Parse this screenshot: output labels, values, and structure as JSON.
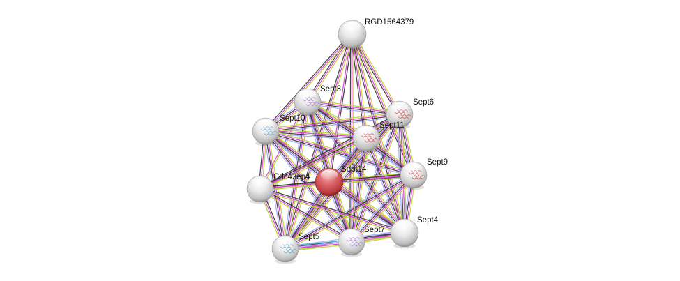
{
  "title": "Protein interaction network",
  "edge_colors": {
    "experiments": "#d43fd4",
    "database": "#3fb6c8",
    "textmining": "#b8d430",
    "coexpression": "#333333",
    "homology": "#9a9aff",
    "neighborhood": "#2ca02c"
  },
  "nodes": [
    {
      "id": "RGD1564379",
      "label": "RGD1564379",
      "color": "#e8e8e8",
      "structure": false,
      "query": false
    },
    {
      "id": "Sept3",
      "label": "Sept3",
      "color": "#e8e8e8",
      "structure": true,
      "structure_color": "#a070c8",
      "query": false
    },
    {
      "id": "Sept6",
      "label": "Sept6",
      "color": "#e8e8e8",
      "structure": true,
      "structure_color": "#d04040",
      "query": false
    },
    {
      "id": "Sept10",
      "label": "Sept10",
      "color": "#e8e8e8",
      "structure": true,
      "structure_color": "#5aa0d0",
      "query": false
    },
    {
      "id": "Sept11",
      "label": "Sept11",
      "color": "#e8e8e8",
      "structure": true,
      "structure_color": "#d04040",
      "query": false
    },
    {
      "id": "Sept14",
      "label": "Sept14",
      "color": "#d9575b",
      "structure": false,
      "query": true
    },
    {
      "id": "Cdc42ep4",
      "label": "Cdc42ep4",
      "color": "#e8e8e8",
      "structure": false,
      "query": false
    },
    {
      "id": "Sept9",
      "label": "Sept9",
      "color": "#e8e8e8",
      "structure": true,
      "structure_color": "#d04040",
      "query": false
    },
    {
      "id": "Sept4",
      "label": "Sept4",
      "color": "#e8e8e8",
      "structure": false,
      "query": false
    },
    {
      "id": "Sept5",
      "label": "Sept5",
      "color": "#e8e8e8",
      "structure": true,
      "structure_color": "#4a90c0",
      "query": false
    },
    {
      "id": "Sept7",
      "label": "Sept7",
      "color": "#e8e8e8",
      "structure": true,
      "structure_color": "#a070c8",
      "query": false
    }
  ],
  "edges": [
    {
      "source": "RGD1564379",
      "target": "Sept3",
      "types": [
        "textmining",
        "experiments",
        "coexpression"
      ]
    },
    {
      "source": "RGD1564379",
      "target": "Sept10",
      "types": [
        "textmining",
        "experiments",
        "coexpression"
      ]
    },
    {
      "source": "RGD1564379",
      "target": "Sept14",
      "types": [
        "coexpression",
        "experiments"
      ]
    },
    {
      "source": "RGD1564379",
      "target": "Sept11",
      "types": [
        "textmining",
        "experiments",
        "coexpression"
      ]
    },
    {
      "source": "RGD1564379",
      "target": "Sept6",
      "types": [
        "textmining",
        "experiments",
        "coexpression"
      ]
    },
    {
      "source": "RGD1564379",
      "target": "Sept9",
      "types": [
        "textmining",
        "experiments",
        "coexpression"
      ]
    },
    {
      "source": "RGD1564379",
      "target": "Sept4",
      "types": [
        "textmining",
        "experiments",
        "coexpression"
      ]
    },
    {
      "source": "RGD1564379",
      "target": "Sept7",
      "types": [
        "textmining",
        "experiments",
        "coexpression"
      ]
    },
    {
      "source": "RGD1564379",
      "target": "Sept5",
      "types": [
        "textmining",
        "experiments",
        "coexpression"
      ]
    },
    {
      "source": "Sept3",
      "target": "Sept10",
      "types": [
        "textmining",
        "experiments",
        "coexpression",
        "homology"
      ]
    },
    {
      "source": "Sept3",
      "target": "Sept6",
      "types": [
        "textmining",
        "experiments",
        "coexpression",
        "homology"
      ]
    },
    {
      "source": "Sept3",
      "target": "Sept11",
      "types": [
        "textmining",
        "experiments",
        "coexpression",
        "homology"
      ]
    },
    {
      "source": "Sept3",
      "target": "Sept14",
      "types": [
        "textmining",
        "experiments",
        "coexpression",
        "homology"
      ]
    },
    {
      "source": "Sept3",
      "target": "Sept9",
      "types": [
        "textmining",
        "experiments",
        "coexpression",
        "homology"
      ]
    },
    {
      "source": "Sept3",
      "target": "Sept4",
      "types": [
        "textmining",
        "experiments",
        "coexpression",
        "homology"
      ]
    },
    {
      "source": "Sept3",
      "target": "Sept7",
      "types": [
        "textmining",
        "experiments",
        "coexpression",
        "homology"
      ]
    },
    {
      "source": "Sept3",
      "target": "Sept5",
      "types": [
        "textmining",
        "experiments",
        "coexpression",
        "homology"
      ]
    },
    {
      "source": "Sept3",
      "target": "Cdc42ep4",
      "types": [
        "textmining",
        "experiments"
      ]
    },
    {
      "source": "Sept10",
      "target": "Sept6",
      "types": [
        "textmining",
        "experiments",
        "coexpression",
        "homology"
      ]
    },
    {
      "source": "Sept10",
      "target": "Sept11",
      "types": [
        "textmining",
        "experiments",
        "coexpression",
        "homology"
      ]
    },
    {
      "source": "Sept10",
      "target": "Sept14",
      "types": [
        "textmining",
        "experiments",
        "coexpression",
        "homology"
      ]
    },
    {
      "source": "Sept10",
      "target": "Sept9",
      "types": [
        "textmining",
        "experiments",
        "coexpression",
        "homology"
      ]
    },
    {
      "source": "Sept10",
      "target": "Sept4",
      "types": [
        "textmining",
        "experiments",
        "coexpression",
        "homology"
      ]
    },
    {
      "source": "Sept10",
      "target": "Sept7",
      "types": [
        "textmining",
        "experiments",
        "coexpression",
        "homology"
      ]
    },
    {
      "source": "Sept10",
      "target": "Sept5",
      "types": [
        "textmining",
        "experiments",
        "coexpression",
        "homology"
      ]
    },
    {
      "source": "Sept10",
      "target": "Cdc42ep4",
      "types": [
        "textmining",
        "experiments",
        "coexpression"
      ]
    },
    {
      "source": "Sept6",
      "target": "Sept11",
      "types": [
        "textmining",
        "experiments",
        "coexpression",
        "homology"
      ]
    },
    {
      "source": "Sept6",
      "target": "Sept14",
      "types": [
        "textmining",
        "experiments",
        "coexpression",
        "homology"
      ]
    },
    {
      "source": "Sept6",
      "target": "Sept9",
      "types": [
        "textmining",
        "experiments",
        "coexpression",
        "homology"
      ]
    },
    {
      "source": "Sept6",
      "target": "Sept4",
      "types": [
        "textmining",
        "experiments",
        "coexpression",
        "homology"
      ]
    },
    {
      "source": "Sept6",
      "target": "Sept7",
      "types": [
        "textmining",
        "experiments",
        "coexpression",
        "homology"
      ]
    },
    {
      "source": "Sept6",
      "target": "Sept5",
      "types": [
        "textmining",
        "experiments",
        "coexpression",
        "homology"
      ]
    },
    {
      "source": "Sept6",
      "target": "Cdc42ep4",
      "types": [
        "textmining",
        "experiments",
        "coexpression"
      ]
    },
    {
      "source": "Sept11",
      "target": "Sept14",
      "types": [
        "textmining",
        "experiments",
        "coexpression",
        "homology"
      ]
    },
    {
      "source": "Sept11",
      "target": "Sept9",
      "types": [
        "textmining",
        "experiments",
        "coexpression",
        "homology"
      ]
    },
    {
      "source": "Sept11",
      "target": "Sept4",
      "types": [
        "textmining",
        "experiments",
        "coexpression",
        "homology"
      ]
    },
    {
      "source": "Sept11",
      "target": "Sept7",
      "types": [
        "textmining",
        "experiments",
        "coexpression",
        "homology"
      ]
    },
    {
      "source": "Sept11",
      "target": "Sept5",
      "types": [
        "textmining",
        "experiments",
        "coexpression",
        "homology"
      ]
    },
    {
      "source": "Sept11",
      "target": "Cdc42ep4",
      "types": [
        "textmining",
        "experiments",
        "coexpression"
      ]
    },
    {
      "source": "Sept14",
      "target": "Sept9",
      "types": [
        "textmining",
        "experiments",
        "coexpression",
        "homology"
      ]
    },
    {
      "source": "Sept14",
      "target": "Sept4",
      "types": [
        "textmining",
        "experiments",
        "coexpression",
        "homology"
      ]
    },
    {
      "source": "Sept14",
      "target": "Sept7",
      "types": [
        "textmining",
        "experiments",
        "coexpression",
        "homology"
      ]
    },
    {
      "source": "Sept14",
      "target": "Sept5",
      "types": [
        "textmining",
        "experiments",
        "coexpression",
        "homology"
      ]
    },
    {
      "source": "Sept14",
      "target": "Cdc42ep4",
      "types": [
        "textmining",
        "experiments",
        "coexpression"
      ]
    },
    {
      "source": "Sept9",
      "target": "Sept4",
      "types": [
        "textmining",
        "experiments",
        "coexpression",
        "homology"
      ]
    },
    {
      "source": "Sept9",
      "target": "Sept7",
      "types": [
        "textmining",
        "experiments",
        "coexpression",
        "homology"
      ]
    },
    {
      "source": "Sept9",
      "target": "Sept5",
      "types": [
        "textmining",
        "experiments",
        "coexpression",
        "homology"
      ]
    },
    {
      "source": "Sept9",
      "target": "Cdc42ep4",
      "types": [
        "textmining",
        "experiments",
        "coexpression"
      ]
    },
    {
      "source": "Sept4",
      "target": "Sept7",
      "types": [
        "textmining",
        "experiments",
        "coexpression",
        "homology"
      ]
    },
    {
      "source": "Sept4",
      "target": "Sept5",
      "types": [
        "textmining",
        "experiments",
        "coexpression",
        "homology"
      ]
    },
    {
      "source": "Sept4",
      "target": "Cdc42ep4",
      "types": [
        "textmining",
        "experiments",
        "coexpression"
      ]
    },
    {
      "source": "Sept7",
      "target": "Sept5",
      "types": [
        "textmining",
        "experiments",
        "homology",
        "database"
      ]
    },
    {
      "source": "Sept7",
      "target": "Cdc42ep4",
      "types": [
        "textmining",
        "experiments",
        "coexpression"
      ]
    },
    {
      "source": "Sept5",
      "target": "Cdc42ep4",
      "types": [
        "textmining",
        "experiments",
        "coexpression"
      ]
    }
  ]
}
